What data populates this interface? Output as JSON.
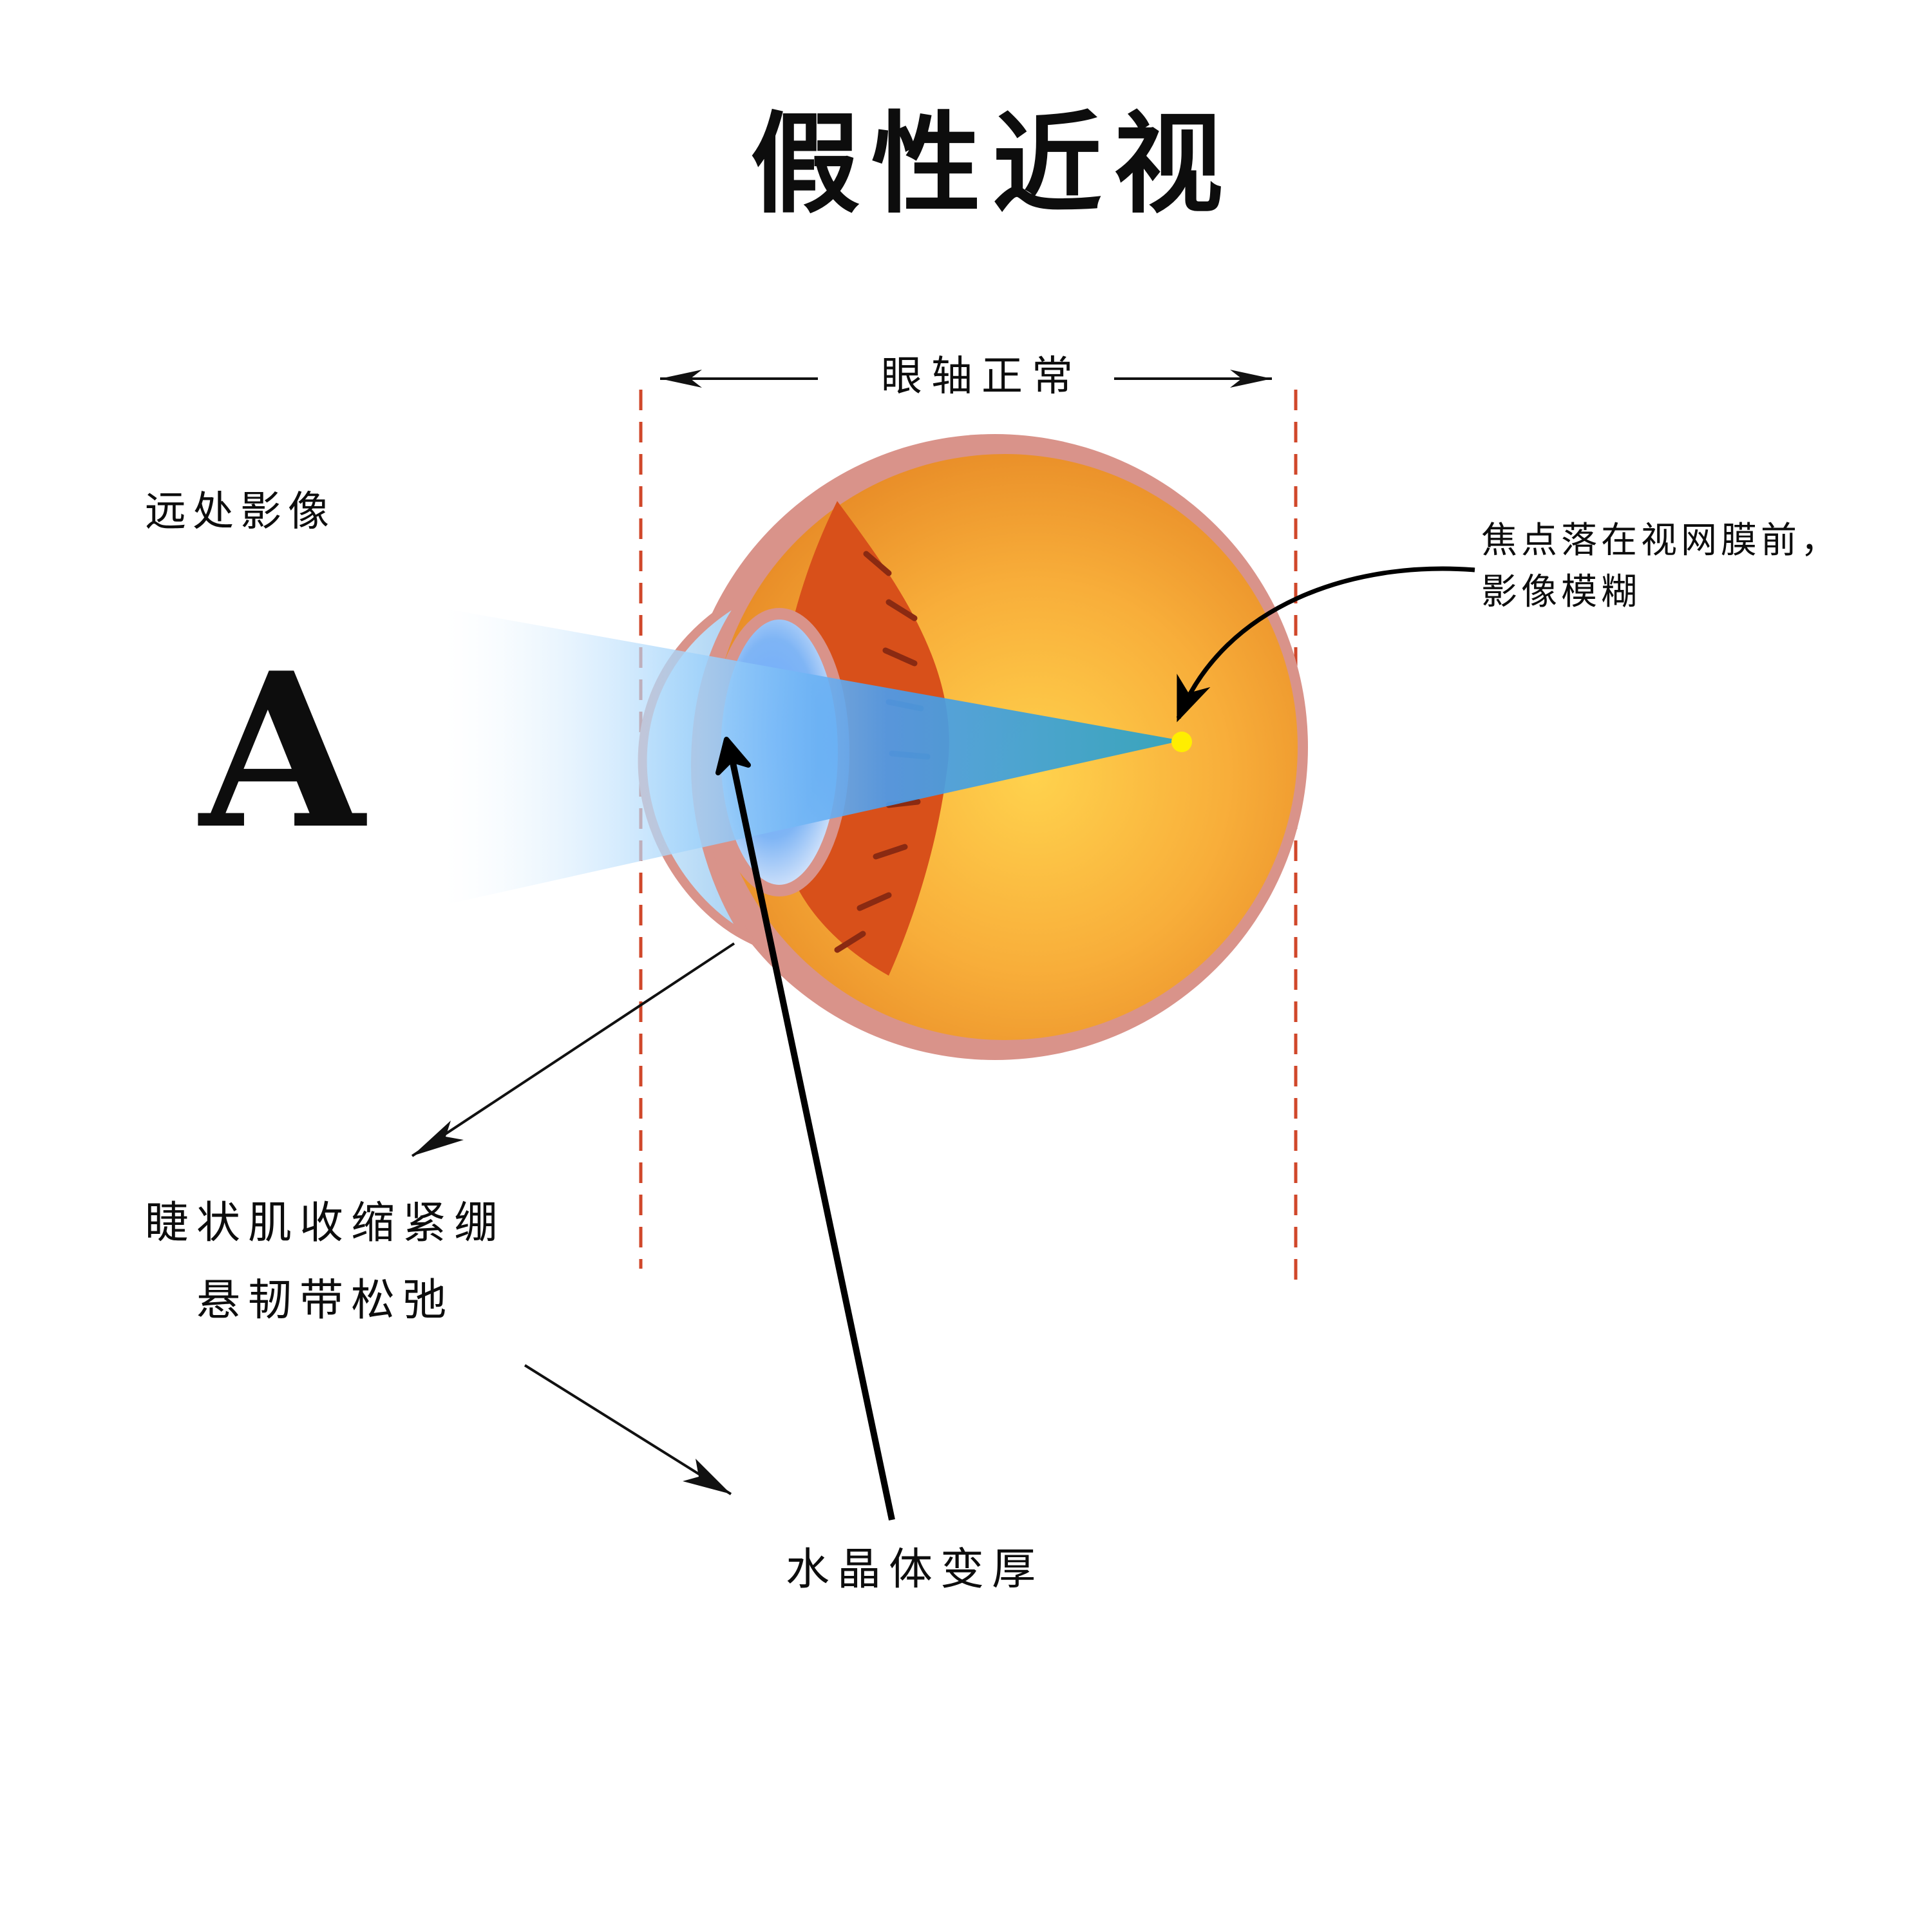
{
  "title": "假性近视",
  "axis_label": "眼轴正常",
  "far_image_label": "远处影像",
  "letter": "A",
  "focus_label": {
    "line1": "焦点落在视网膜前，",
    "line2": "影像模糊"
  },
  "ciliary_label": {
    "line1": "睫状肌收缩紧绷",
    "line2": "悬韧带松弛"
  },
  "lens_label": "水晶体变厚",
  "colors": {
    "sclera": "#d9938a",
    "vitreous": "#f5a535",
    "choroid": "#d8501a",
    "light_beam": "#5aa8f0",
    "focus_point": "#ffee00",
    "dashed_guide": "#d0472a"
  }
}
